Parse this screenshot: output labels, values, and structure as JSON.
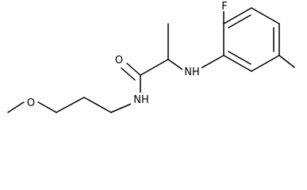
{
  "diagram": {
    "type": "chemical-structure",
    "bond_color": "#000000",
    "background": "#ffffff",
    "atom_labels": {
      "fluorine": "F",
      "amine_nh": "NH",
      "carbonyl_o": "O",
      "amide_nh": "NH",
      "ether_o": "O"
    }
  }
}
